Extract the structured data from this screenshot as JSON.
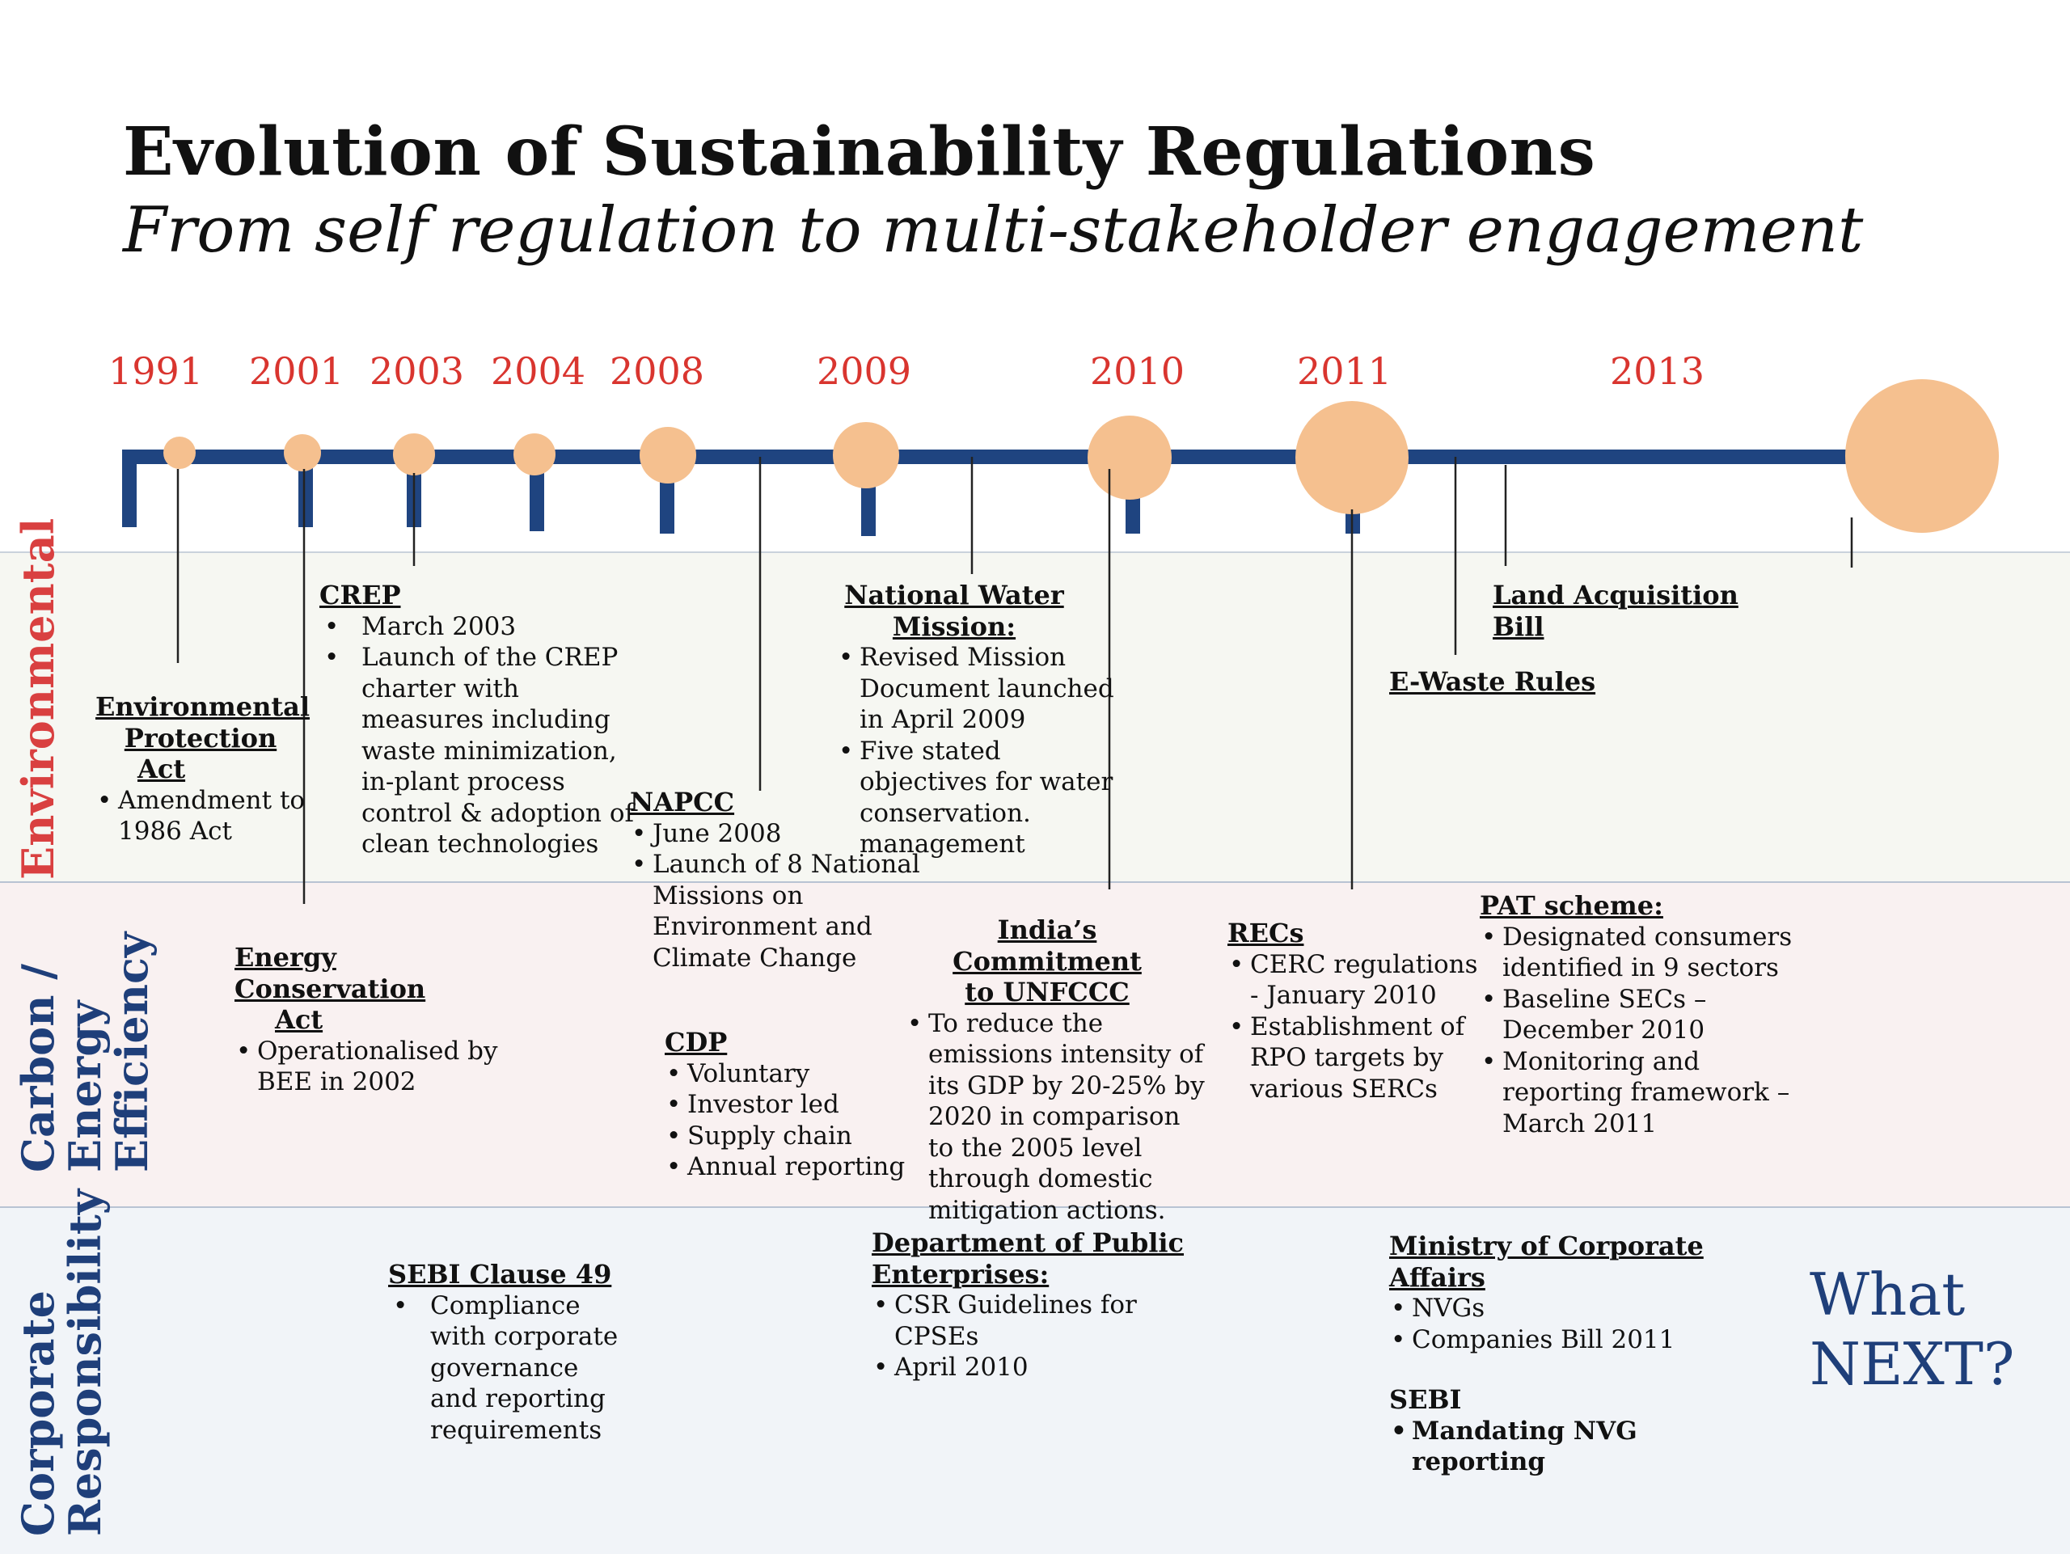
{
  "title": "Evolution of Sustainability Regulations",
  "subtitle": "From self regulation to multi-stakeholder engagement",
  "categories": {
    "environmental": "Environmental",
    "carbon": "Carbon / Energy Efficiency",
    "carbon_lines": [
      "Carbon /",
      "Energy",
      "Efficiency"
    ],
    "csr_lines": [
      "Corporate",
      "Responsibility"
    ]
  },
  "years": [
    "1991",
    "2001",
    "2003",
    "2004",
    "2008",
    "2009",
    "2010",
    "2011",
    "2013"
  ],
  "events": {
    "epa": {
      "title_lines": [
        "Environmental",
        "Protection",
        "Act"
      ],
      "bullets": [
        "Amendment to 1986 Act"
      ]
    },
    "crep": {
      "title": "CREP",
      "bullets": [
        "March 2003",
        "Launch of the CREP charter  with measures including waste minimization, in-plant process control & adoption of clean technologies"
      ]
    },
    "napcc": {
      "title": "NAPCC",
      "bullets": [
        "June 2008",
        "Launch of 8 National Missions on Environment and Climate Change"
      ]
    },
    "nwm": {
      "title_lines": [
        "National Water",
        "Mission:"
      ],
      "bullets": [
        "Revised Mission Document launched in April 2009",
        "Five stated objectives for water conservation. management"
      ]
    },
    "ewaste": {
      "title": "E-Waste Rules"
    },
    "lab": {
      "title_lines": [
        "Land  Acquisition",
        "Bill"
      ]
    },
    "eca": {
      "title_lines": [
        "Energy Conservation",
        "Act"
      ],
      "bullets": [
        "Operationalised by BEE in 2002"
      ]
    },
    "cdp": {
      "title": "CDP",
      "bullets": [
        "Voluntary",
        "Investor led",
        "Supply chain",
        "Annual reporting"
      ]
    },
    "unfccc": {
      "title_lines": [
        "India’s Commitment",
        "to UNFCCC"
      ],
      "bullets": [
        "To reduce the emissions intensity of its GDP by 20-25% by 2020 in comparison to the 2005 level through domestic mitigation actions."
      ]
    },
    "recs": {
      "title": "RECs",
      "bullets": [
        "CERC  regulations - January 2010",
        "Establishment of RPO targets by various SERCs"
      ]
    },
    "pat": {
      "title": "PAT scheme:",
      "bullets": [
        "Designated consumers identified in 9 sectors",
        "Baseline SECs – December 2010",
        "Monitoring and reporting framework – March 2011"
      ]
    },
    "sebi49": {
      "title": "SEBI Clause 49",
      "bullets": [
        "Compliance with corporate governance and reporting requirements"
      ]
    },
    "dpe": {
      "title_lines": [
        "Department of Public",
        "Enterprises:"
      ],
      "bullets": [
        "CSR Guidelines for CPSEs",
        "April 2010"
      ]
    },
    "mca": {
      "title_lines": [
        "Ministry of Corporate",
        "Affairs"
      ],
      "bullets": [
        "NVGs",
        "Companies Bill 2011"
      ]
    },
    "sebi": {
      "title": "SEBI",
      "bullets": [
        "Mandating NVG reporting"
      ]
    }
  },
  "what_next_lines": [
    "What",
    "NEXT?"
  ],
  "colors": {
    "timeline": "#1f4480",
    "circle": "#f5c08f",
    "year": "#d9352f",
    "environmental": "#d94040",
    "accent_blue": "#1f3f7a"
  }
}
